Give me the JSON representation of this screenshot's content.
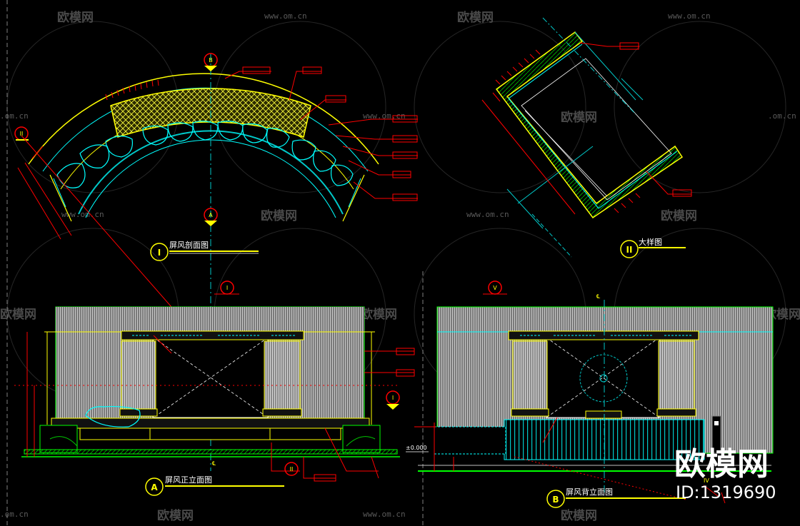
{
  "watermark": {
    "url": "www.om.cn",
    "brand": "欧模网",
    "url_partial": ".om.cn",
    "brand_partial": "欧模网"
  },
  "stamp": {
    "brand": "欧模网",
    "id": "ID:1319690"
  },
  "views": {
    "section_plan": {
      "symbol": "I",
      "title": "屏风剖面图"
    },
    "detail": {
      "symbol": "II",
      "title": "大样图"
    },
    "front_elevation": {
      "symbol": "A",
      "title": "屏风正立面图"
    },
    "back_elevation": {
      "symbol": "B",
      "title": "屏风背立面图"
    }
  },
  "markers": {
    "section_b": "B",
    "section_a": "A",
    "detail_ii": "II",
    "cut_i_top": "I",
    "cut_v": "V",
    "cut_i_side": "I",
    "cut_ii_bottom": "II",
    "cut_iv_bottom": "IV",
    "centerline": "℄"
  },
  "levels": {
    "zero": "±0.000"
  }
}
